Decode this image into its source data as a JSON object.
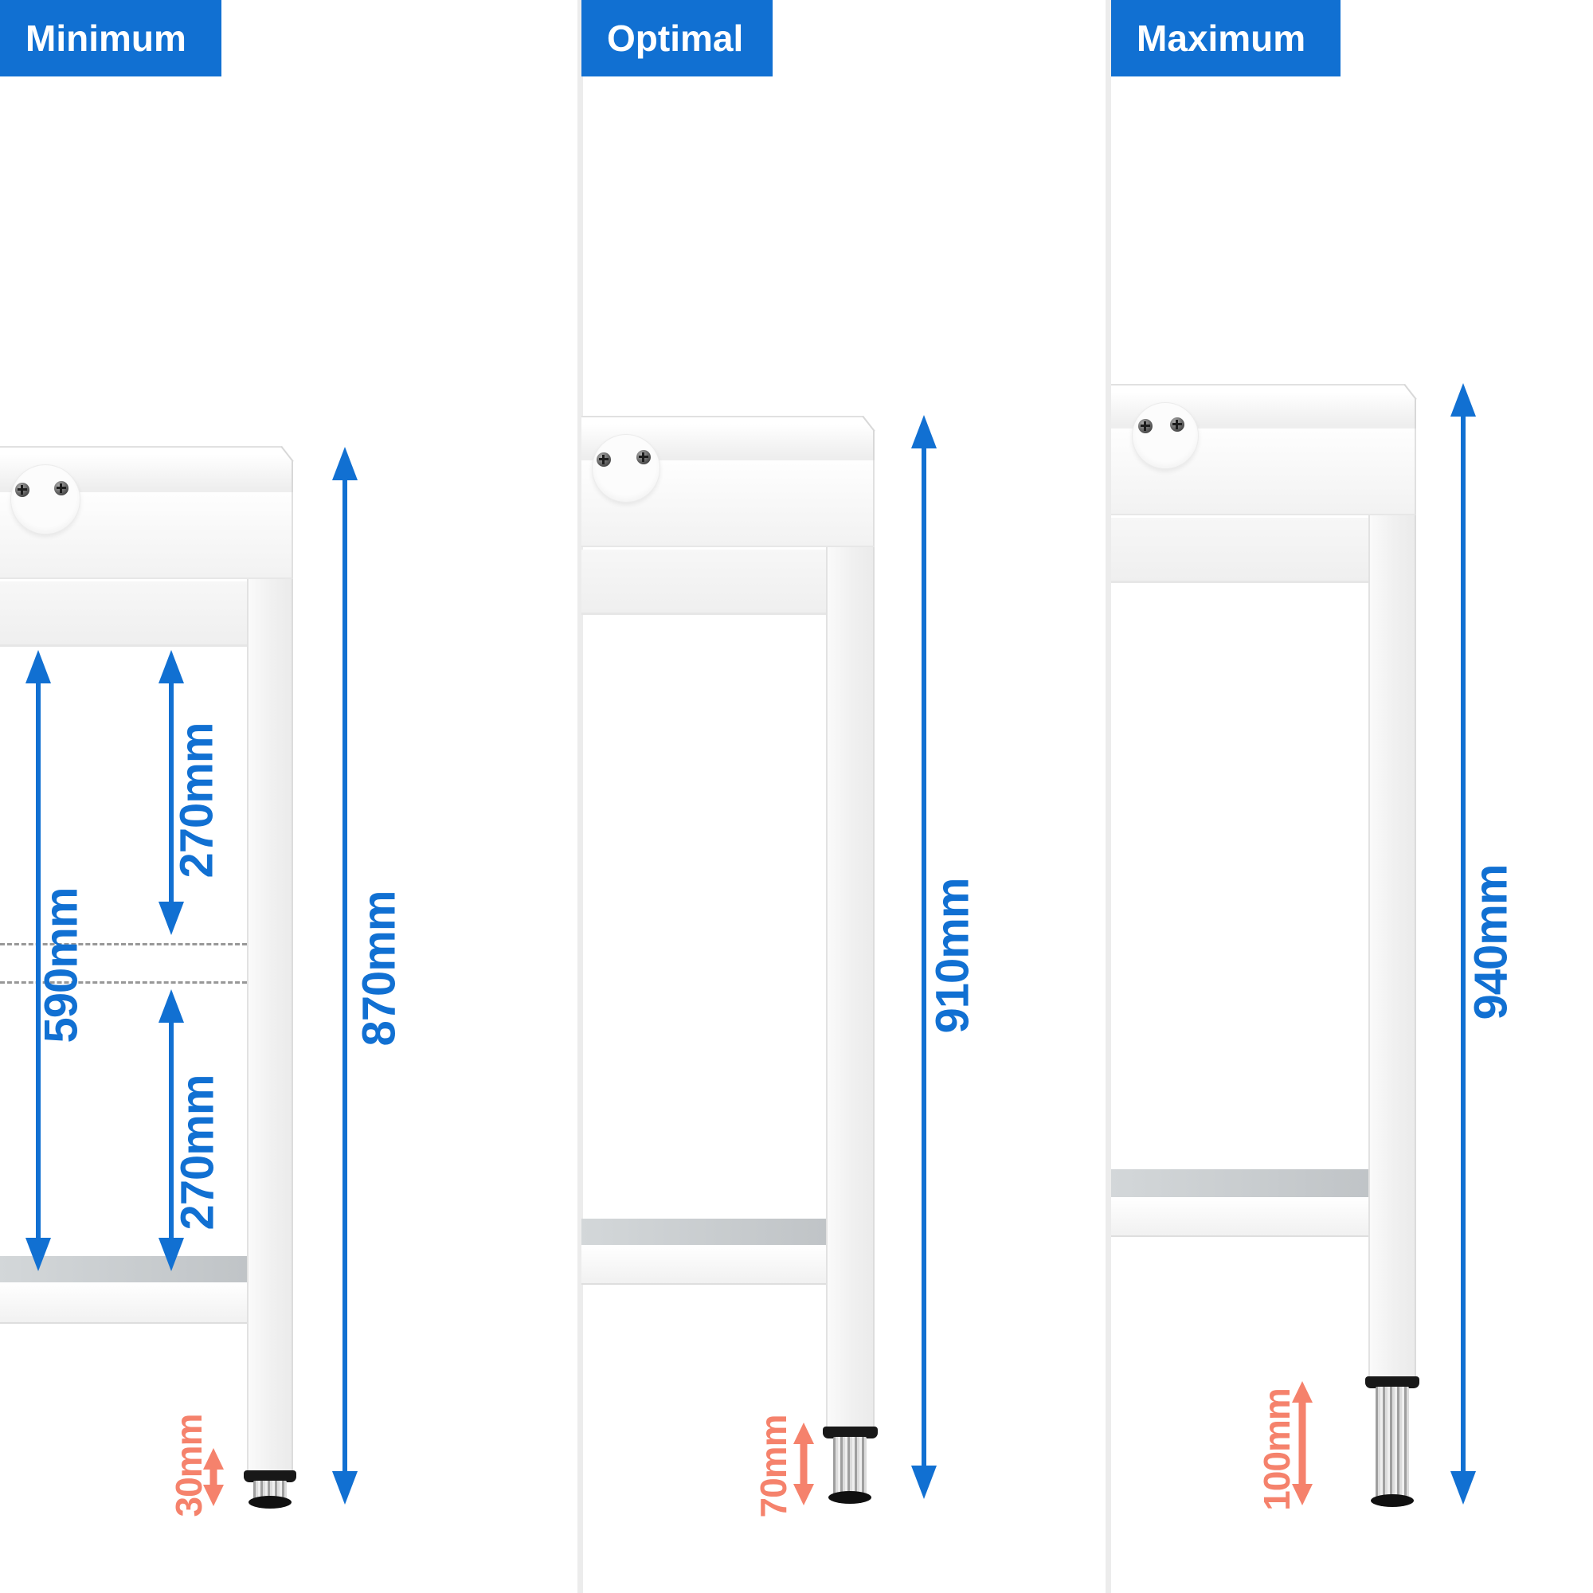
{
  "panels": [
    {
      "title": "Minimum",
      "total_height": "870mm",
      "upper_clearance": "270mm",
      "middle_clearance": "590mm",
      "lower_clearance": "270mm",
      "foot_adjustment": "30mm"
    },
    {
      "title": "Optimal",
      "total_height": "910mm",
      "foot_adjustment": "70mm"
    },
    {
      "title": "Maximum",
      "total_height": "940mm",
      "foot_adjustment": "100mm"
    }
  ],
  "colors": {
    "accent_blue": "#1170d2",
    "coral": "#f5826c",
    "divider_gray": "#ececec",
    "shelf_gray": "#c8ccce"
  }
}
